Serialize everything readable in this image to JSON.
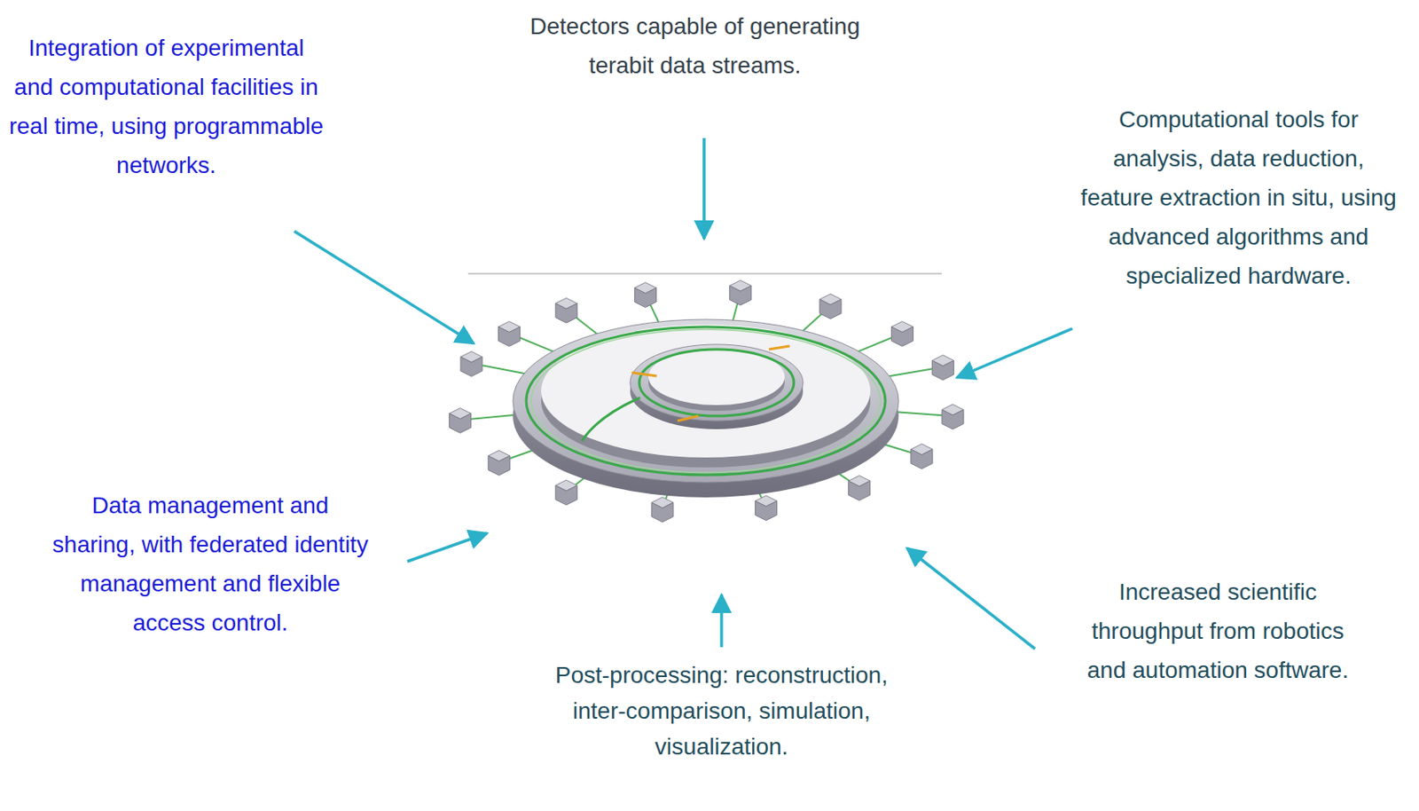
{
  "diagram": {
    "labels": [
      "Detectors capable of generating terabit data streams.",
      "Integration of experimental and computational facilities in real time, using programmable networks.",
      "Computational tools for analysis, data reduction, feature extraction in situ, using advanced algorithms and specialized hardware.",
      "Data management and sharing, with federated identity management and flexible access control.",
      "Increased scientific throughput from robotics and automation software.",
      "Post-processing: reconstruction, inter-comparison, simulation, visualization."
    ]
  }
}
